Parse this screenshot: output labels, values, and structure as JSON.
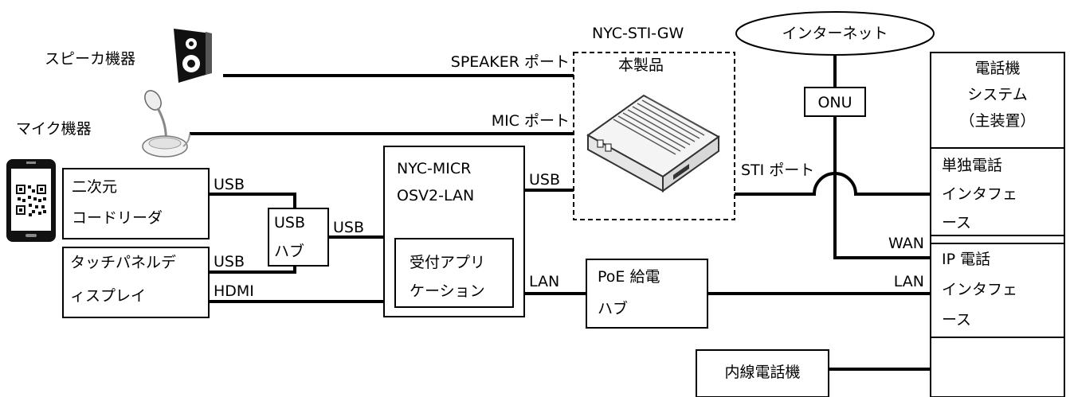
{
  "labels": {
    "speaker_device": "スピーカ機器",
    "mic_device": "マイク機器",
    "product_model": "NYC-STI-GW",
    "product_caption": "本製品",
    "internet": "インターネット",
    "onu": "ONU",
    "phone_system_line1": "電話機",
    "phone_system_line2": "システム",
    "phone_system_line3": "（主装置）",
    "speaker_port": "SPEAKER ポート",
    "mic_port": "MIC ポート",
    "sti_port": "STI ポート",
    "single_if_line1": "単独電話",
    "single_if_line2": "インタフェ",
    "single_if_line3": "ース",
    "wan": "WAN",
    "ip_if_line1": "IP 電話",
    "ip_if_line2": "インタフェ",
    "ip_if_line3": "ース",
    "qr_reader_line1": "二次元",
    "qr_reader_line2": "コードリーダ",
    "touch_panel_line1": "タッチパネルデ",
    "touch_panel_line2": "ィスプレイ",
    "usb_a": "USB",
    "usb_b": "USB",
    "usb_c": "USB",
    "usb_d": "USB",
    "hdmi": "HDMI",
    "usb_hub_line1": "USB",
    "usb_hub_line2": "ハブ",
    "pc_line1": "NYC-MICR",
    "pc_line2": "OSV2-LAN",
    "app_line1": "受付アプリ",
    "app_line2": "ケーション",
    "lan_a": "LAN",
    "lan_b": "LAN",
    "poe_line1": "PoE 給電",
    "poe_line2": "ハブ",
    "ext_phone": "内線電話機"
  },
  "icons": {
    "speaker": "speaker-icon",
    "microphone": "microphone-icon",
    "smartphone_qr": "smartphone-qr-icon",
    "gateway_device": "gateway-device-icon"
  }
}
